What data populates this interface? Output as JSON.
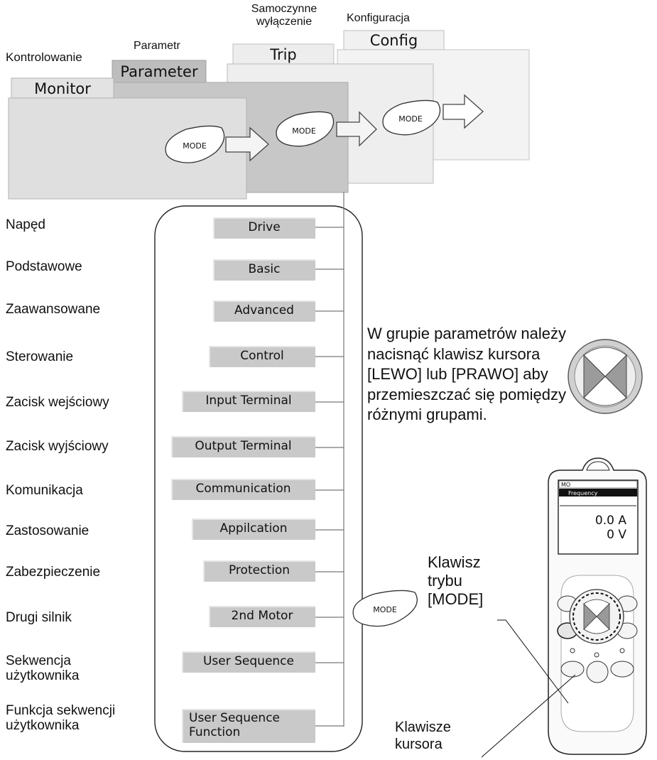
{
  "modes": [
    {
      "caption": "Kontrolowanie",
      "tab": "Monitor"
    },
    {
      "caption": "Parametr",
      "tab": "Parameter"
    },
    {
      "caption": "Samoczynne wyłączenie",
      "tab": "Trip"
    },
    {
      "caption": "Konfiguracja",
      "tab": "Config"
    }
  ],
  "mode_key_label": "MODE",
  "groups": [
    {
      "polish": "Napęd",
      "english": "Drive"
    },
    {
      "polish": "Podstawowe",
      "english": "Basic"
    },
    {
      "polish": "Zaawansowane",
      "english": "Advanced"
    },
    {
      "polish": "Sterowanie",
      "english": "Control"
    },
    {
      "polish": "Zacisk wejściowy",
      "english": "Input Terminal"
    },
    {
      "polish": "Zacisk wyjściowy",
      "english": "Output Terminal"
    },
    {
      "polish": "Komunikacja",
      "english": "Communication"
    },
    {
      "polish": "Zastosowanie",
      "english": "Appilcation"
    },
    {
      "polish": "Zabezpieczenie",
      "english": "Protection"
    },
    {
      "polish": "Drugi silnik",
      "english": "2nd Motor"
    },
    {
      "polish": "Sekwencja użytkownika",
      "english": "User Sequence"
    },
    {
      "polish": "Funkcja sekwencji użytkownika",
      "english": "User Sequence Function"
    }
  ],
  "instruction": "W grupie parametrów należy nacisnąć klawisz kursora [LEWO] lub [PRAWO] aby przemieszczać się pomiędzy różnymi grupami.",
  "mode_key_callout": "Klawisz trybu [MODE]",
  "cursor_keys_callout": "Klawisze kursora",
  "keypad": {
    "status_line": "MO",
    "mode_label": "Frequency",
    "reading_current": "0.0 A",
    "reading_voltage": "0 V"
  }
}
